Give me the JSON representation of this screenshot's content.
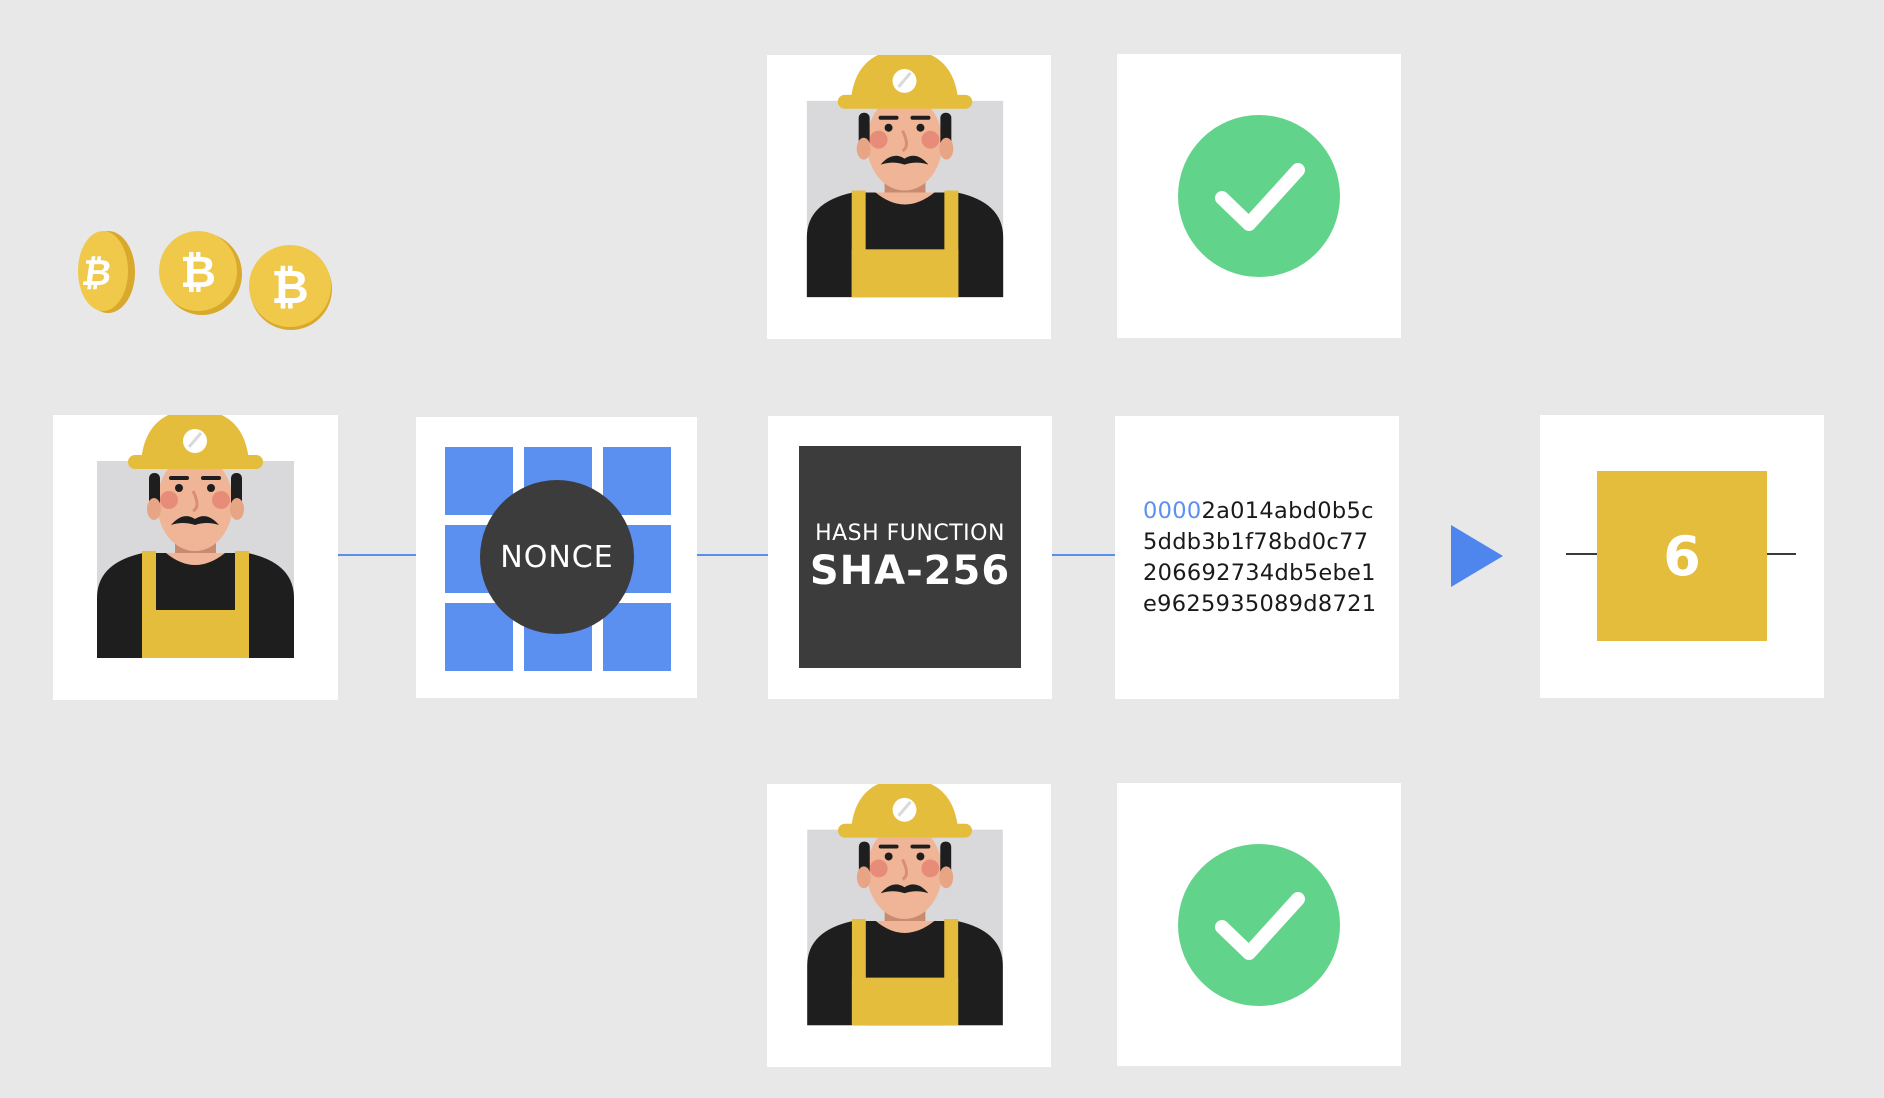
{
  "nonce": {
    "label": "NONCE"
  },
  "hash_function": {
    "title": "HASH FUNCTION",
    "algorithm": "SHA-256"
  },
  "hash_output": {
    "leading_zeros": "0000",
    "line1_rest": "2a014abd0b5c",
    "line2": "5ddb3b1f78bd0c77",
    "line3": "206692734db5ebe1",
    "line4": "e9625935089d8721"
  },
  "difficulty": {
    "value": "6"
  },
  "colors": {
    "background": "#e8e8e9",
    "connector": "#5b8ee8",
    "nonce_cells": "#5b8ff0",
    "dark_box": "#3c3c3c",
    "difficulty": "#e5bd3d",
    "check_green": "#62d38a",
    "coin_gold": "#f0c94a"
  },
  "icons": {
    "coins": [
      "bitcoin-coin-icon",
      "bitcoin-coin-icon",
      "bitcoin-coin-icon"
    ],
    "miner": "miner-icon",
    "check": "check-icon",
    "arrow": "play-arrow-icon"
  }
}
